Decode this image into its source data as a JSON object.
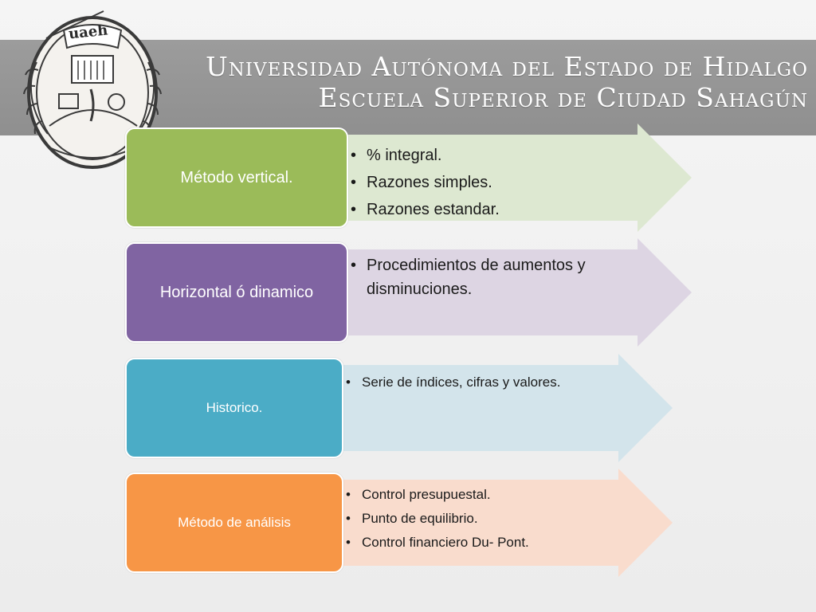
{
  "header": {
    "line1": "Universidad Autónoma del Estado de Hidalgo",
    "line2": "Escuela Superior de Ciudad Sahagún",
    "logo_text": "uaeh"
  },
  "rows": [
    {
      "label": "Método vertical.",
      "color": "#9bbb59",
      "arrow_color": "#dde8d1",
      "items": [
        "% integral.",
        "Razones simples.",
        "Razones estandar."
      ]
    },
    {
      "label": "Horizontal ó dinamico",
      "color": "#8064a2",
      "arrow_color": "#ddd5e3",
      "items": [
        "Procedimientos de aumentos y disminuciones."
      ]
    },
    {
      "label": "Historico.",
      "color": "#4bacc6",
      "arrow_color": "#d3e4eb",
      "items": [
        "Serie de índices, cifras y valores."
      ]
    },
    {
      "label": "Método de análisis",
      "color": "#f79646",
      "arrow_color": "#f9dccd",
      "items": [
        "Control presupuestal.",
        "Punto de equilibrio.",
        "Control financiero Du- Pont."
      ]
    }
  ]
}
